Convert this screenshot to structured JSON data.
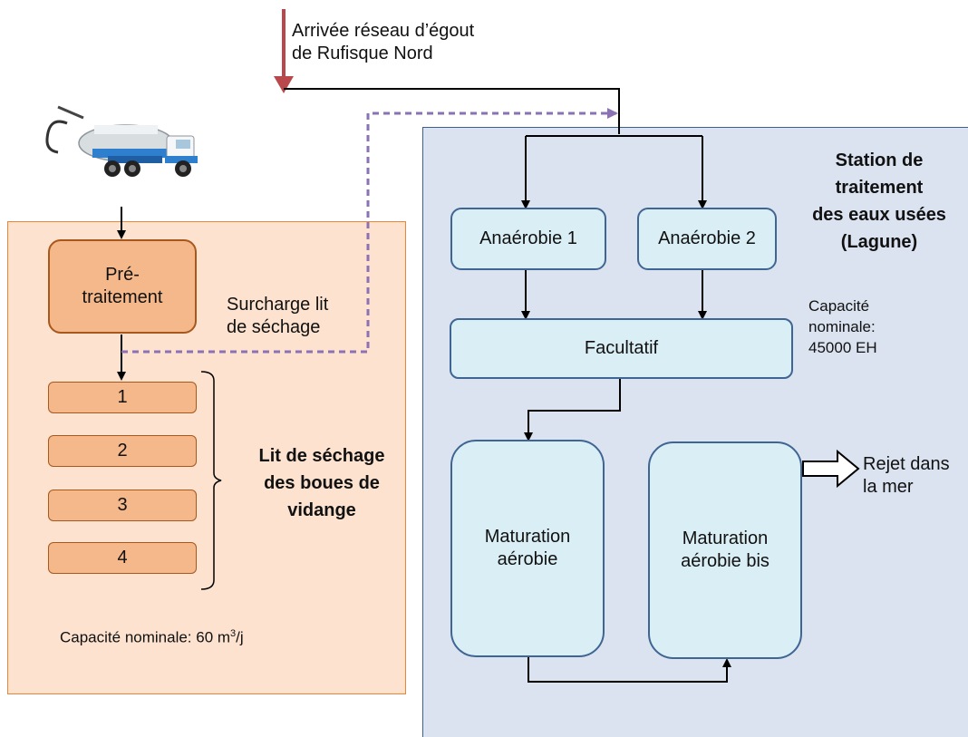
{
  "inflow": {
    "label": "Arrivée réseau d’égout\nde Rufisque Nord"
  },
  "left": {
    "pretreatment": "Pré-\ntraitement",
    "overflow": "Surcharge lit\nde séchage",
    "beds": [
      "1",
      "2",
      "3",
      "4"
    ],
    "beds_title": "Lit de séchage\ndes boues de\nvidange",
    "capacity_prefix": "Capacité nominale: 60 m",
    "capacity_sup": "3",
    "capacity_suffix": "/j"
  },
  "right": {
    "title": "Station de\ntraitement\ndes eaux usées\n(Lagune)",
    "anaerobic_1": "Anaérobie 1",
    "anaerobic_2": "Anaérobie 2",
    "facultative": "Facultatif",
    "capacity": "Capacité\nnominale:\n45000 EH",
    "maturation_1": "Maturation\naérobie",
    "maturation_2": "Maturation\naérobie bis",
    "discharge": "Rejet dans\nla mer"
  },
  "colors": {
    "left_panel": "#fce2cf",
    "right_panel": "#dbe3f0",
    "inflow_arrow": "#b8484b",
    "overflow_line": "#8a72b4"
  }
}
